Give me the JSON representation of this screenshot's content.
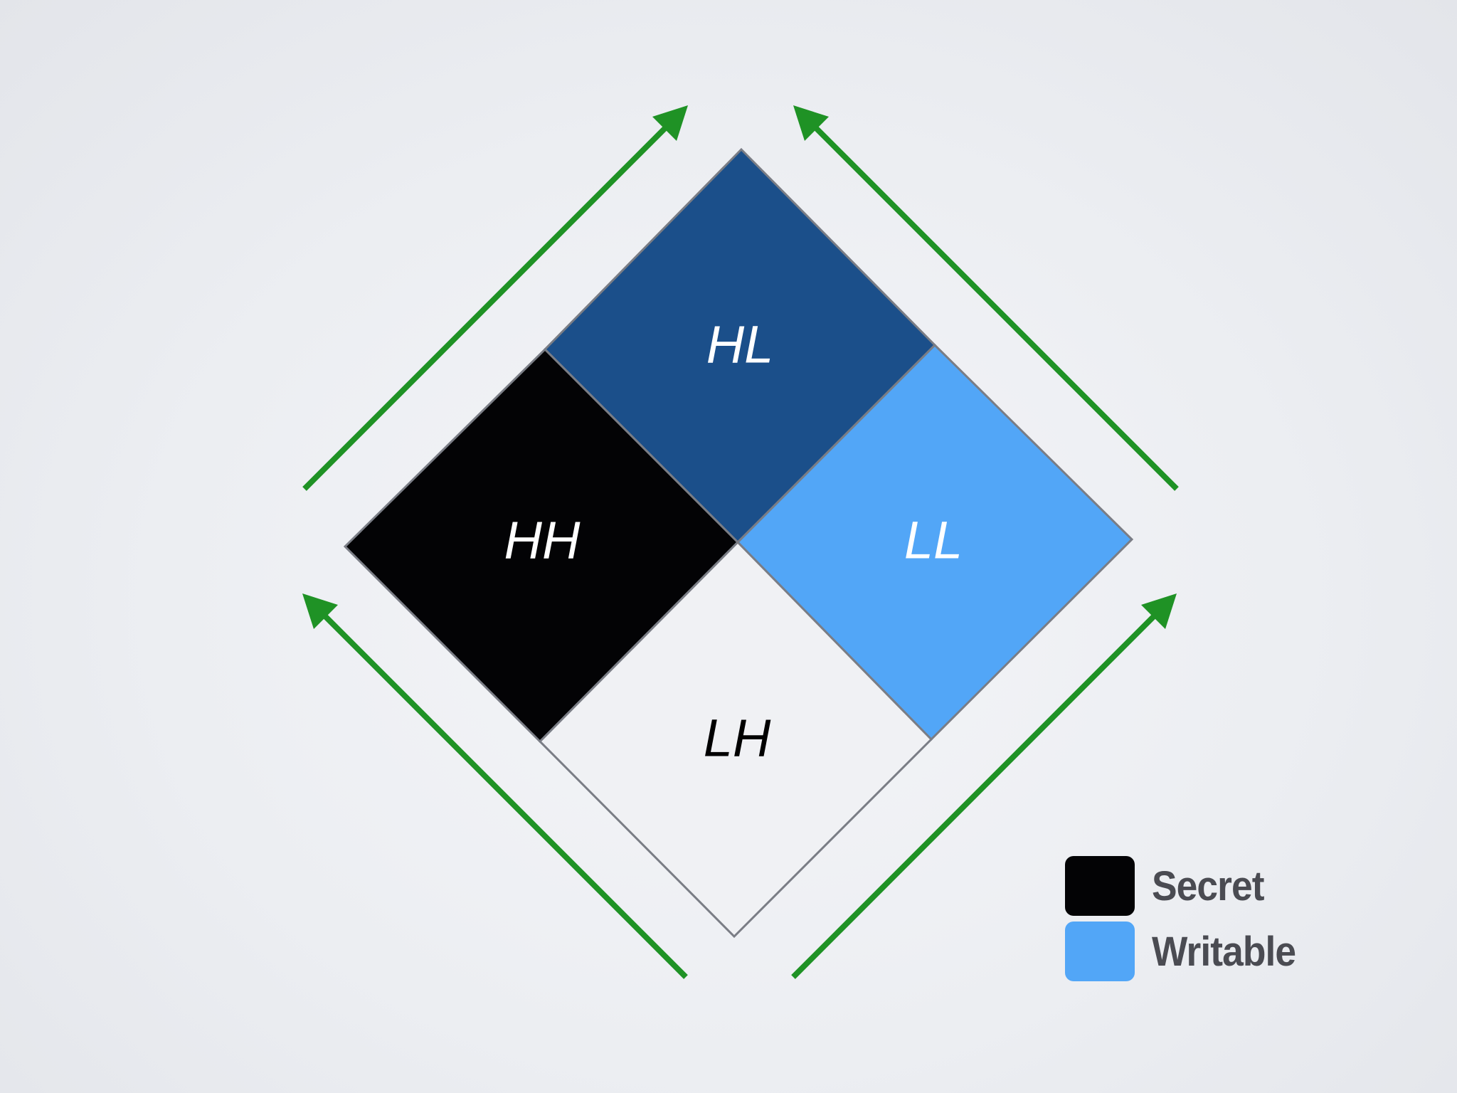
{
  "quadrants": {
    "top": {
      "label": "HL",
      "fill": "#1b4f8a",
      "text_color": "#ffffff"
    },
    "left": {
      "label": "HH",
      "fill": "#030305",
      "text_color": "#ffffff"
    },
    "right": {
      "label": "LL",
      "fill": "#52a6f7",
      "text_color": "#ffffff"
    },
    "bottom": {
      "label": "LH",
      "fill": "#f0f1f4",
      "text_color": "#000000"
    }
  },
  "arrows": {
    "color": "#1f9225",
    "count": 4,
    "directions": [
      "upper-left edge pointing up-right",
      "upper-right edge pointing up-left",
      "lower-left edge pointing up-left",
      "lower-right edge pointing up-right"
    ]
  },
  "legend": {
    "items": [
      {
        "label": "Secret",
        "color": "#030305"
      },
      {
        "label": "Writable",
        "color": "#52a6f7"
      }
    ]
  }
}
